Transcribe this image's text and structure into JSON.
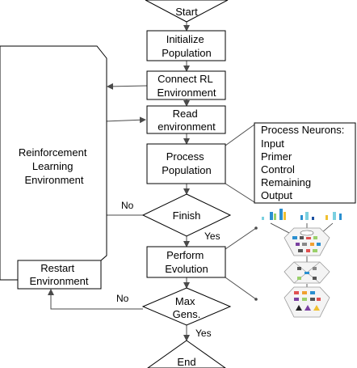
{
  "nodes": {
    "start": "Start",
    "initialize": [
      "Initialize",
      "Population"
    ],
    "connect_rl": [
      "Connect RL",
      "Environment"
    ],
    "read_env": [
      "Read",
      "environment"
    ],
    "process_pop": [
      "Process",
      "Population"
    ],
    "finish": "Finish",
    "perform_evo": [
      "Perform",
      "Evolution"
    ],
    "max_gens": [
      "Max",
      "Gens."
    ],
    "end": "End",
    "rl_env": [
      "Reinforcement",
      "Learning",
      "Environment"
    ],
    "restart_env": [
      "Restart",
      "Environment"
    ]
  },
  "edge_labels": {
    "finish_no": "No",
    "finish_yes": "Yes",
    "maxgens_no": "No",
    "maxgens_yes": "Yes"
  },
  "neurons": {
    "title": "Process Neurons:",
    "items": [
      "Input",
      "Primer",
      "Control",
      "Remaining",
      "Output"
    ]
  },
  "colors": {
    "stroke": "#000000",
    "connector": "#4a4a4a",
    "fill": "#ffffff"
  }
}
